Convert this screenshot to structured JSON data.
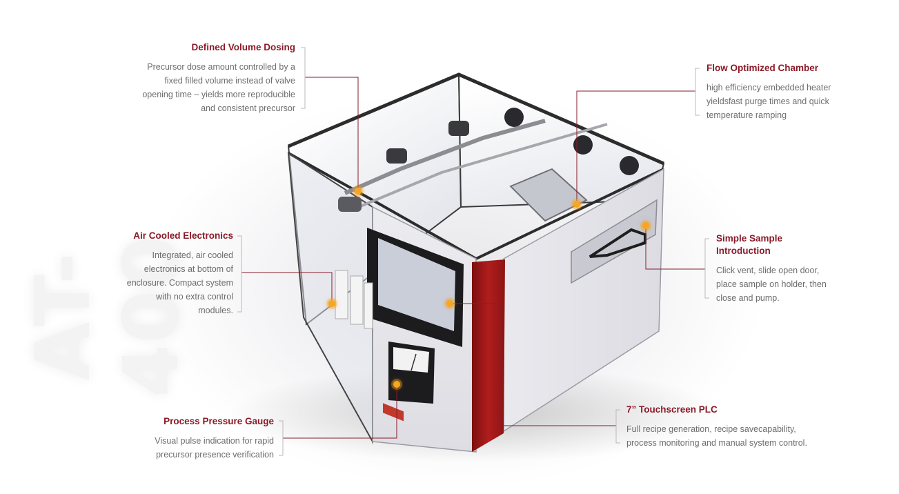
{
  "product": {
    "model_text": "AT-400"
  },
  "callouts": {
    "dosing": {
      "title": "Defined Volume Dosing",
      "text": "Precursor dose amount controlled by a fixed filled volume instead of valve opening time – yields more reproducible and consistent precursor"
    },
    "chamber": {
      "title": "Flow Optimized Chamber",
      "text": "high efficiency embedded heater yieldsfast purge times and quick temperature ramping"
    },
    "electronics": {
      "title": "Air Cooled Electronics",
      "text": "Integrated, air cooled electronics at bottom of enclosure. Compact system with no extra control modules."
    },
    "sample": {
      "title": "Simple Sample Introduction",
      "text": "Click vent, slide open door, place sample on holder, then close and pump."
    },
    "gauge": {
      "title": "Process Pressure Gauge",
      "text": "Visual pulse indication for rapid precursor presence verification"
    },
    "plc": {
      "title": "7” Touchscreen PLC",
      "text": "Full recipe generation, recipe savecapability, process monitoring and manual system control."
    }
  },
  "colors": {
    "title_red": "#8a1a28",
    "body_gray": "#6d6d6d",
    "hotspot": "#f5a623",
    "frame_red": "#a01c1c"
  }
}
